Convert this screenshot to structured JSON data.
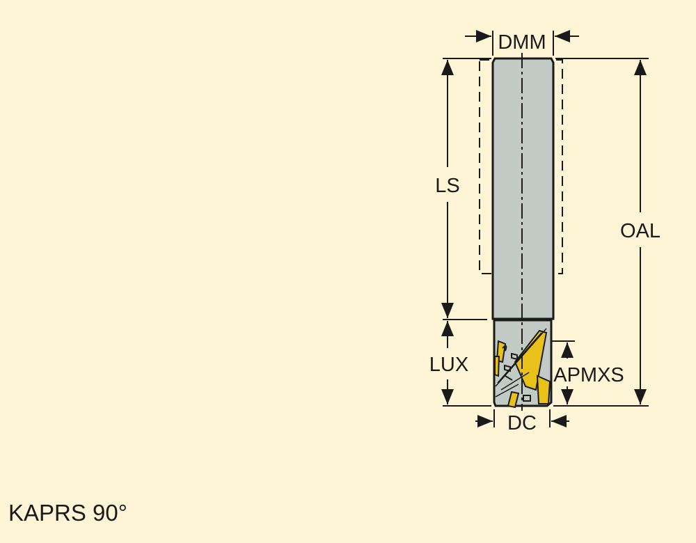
{
  "caption": "KAPRS 90°",
  "dimensions": {
    "dmm": "DMM",
    "ls": "LS",
    "lux": "LUX",
    "oal": "OAL",
    "apmxs": "APMXS",
    "dc": "DC"
  },
  "colors": {
    "background": "#fdf5d6",
    "tool_body": "#c2cac6",
    "insert": "#e8c21a",
    "line": "#1a1a1a"
  }
}
